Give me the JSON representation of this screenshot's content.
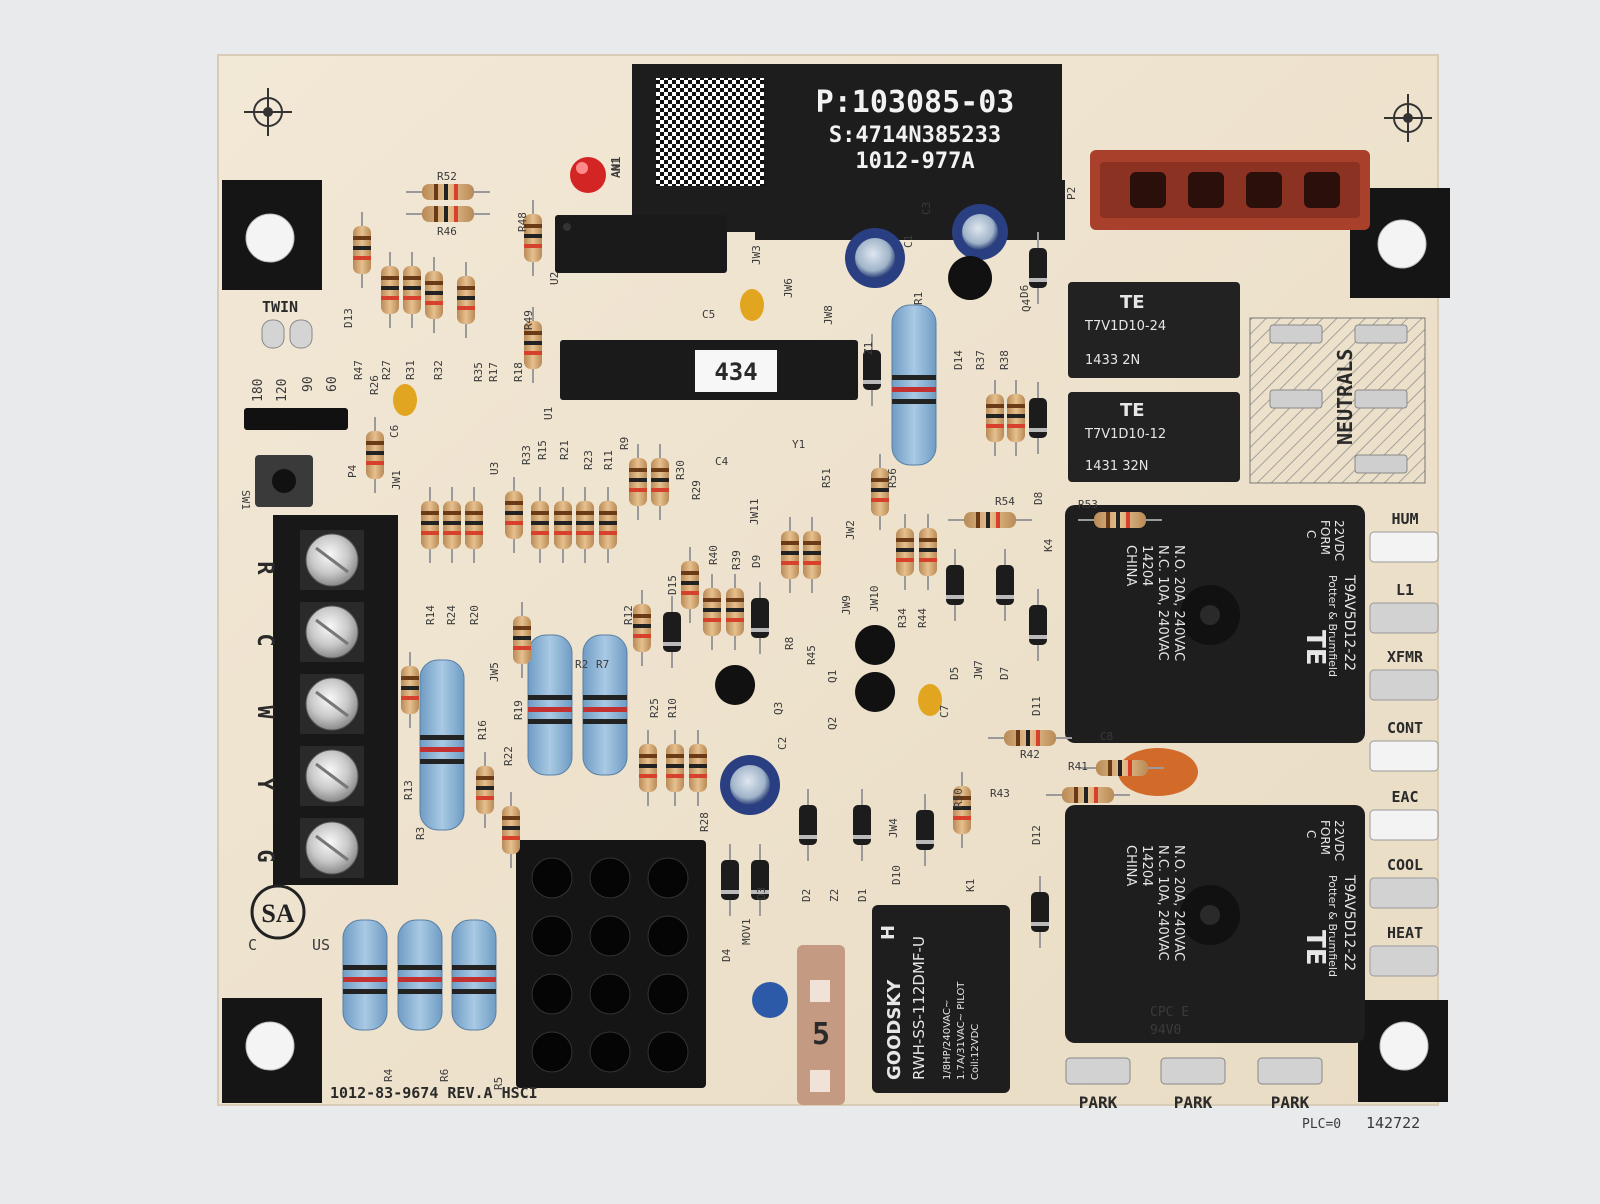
{
  "board": {
    "part_label": "P:103085-03",
    "serial_label": "S:4714N385233",
    "model_label": "1012-977A",
    "footer_label": "1012-83-9674  REV.A  HSCI",
    "plc_label": "PLC=0",
    "lot_label": "142722",
    "chip_sticker": "434",
    "twin_label": "TWIN",
    "blower_delays": [
      "180",
      "120",
      "90",
      "60"
    ],
    "neutrals_label": "NEUTRALS",
    "cpc_label": "CPC E",
    "cpc_rating": "94V0",
    "csa_marks": [
      "C",
      "US"
    ]
  },
  "terminals": [
    "R",
    "C",
    "W",
    "Y",
    "G"
  ],
  "right_terminals": [
    "HUM",
    "L1",
    "XFMR",
    "CONT",
    "EAC",
    "COOL",
    "HEAT"
  ],
  "park_terminals": [
    "PARK",
    "PARK",
    "PARK"
  ],
  "relays": {
    "big": {
      "brand": "TE",
      "line1": "22VDC",
      "line2": "FORM",
      "line3": "C",
      "model": "T9AV5D12-22",
      "maker": "Potter & Brumfield",
      "rating1": "N.O. 20A, 240VAC",
      "rating2": "N.C. 10A, 240VAC",
      "date": "14204",
      "origin": "CHINA"
    },
    "small_top": {
      "brand": "TE",
      "model": "T7V1D10-24",
      "code": "1433 2N"
    },
    "small_bottom": {
      "brand": "TE",
      "model": "T7V1D10-12",
      "code": "1431 32N"
    },
    "goodsky": {
      "brand": "GOODSKY",
      "model": "RWH-SS-112DMF-U",
      "mark": "H",
      "spec1": "1/8HP/240VAC~",
      "spec2": "1.7A/31VAC~ PILOT",
      "spec3": "Coil:12VDC"
    }
  },
  "fuse_value": "5",
  "component_refs": [
    "R52",
    "R46",
    "R48",
    "U2",
    "AN1",
    "JW3",
    "JW6",
    "JW8",
    "C5",
    "C1",
    "C3",
    "R1",
    "D6",
    "Q4",
    "P2",
    "D13",
    "R47",
    "R27",
    "R31",
    "R32",
    "R35",
    "R17",
    "R18",
    "R49",
    "U1",
    "Z1",
    "D14",
    "R37",
    "R38",
    "R26",
    "C6",
    "P4",
    "SW1",
    "JW1",
    "R14",
    "R24",
    "R20",
    "U3",
    "R33",
    "R15",
    "R21",
    "R23",
    "R11",
    "R9",
    "R30",
    "R29",
    "C4",
    "Y1",
    "R51",
    "R56",
    "R54",
    "R53",
    "K4",
    "D8",
    "JW11",
    "JW2",
    "R40",
    "R39",
    "D9",
    "D15",
    "R12",
    "R8",
    "R45",
    "JW10",
    "JW9",
    "R34",
    "R44",
    "D5",
    "JW7",
    "D7",
    "D11",
    "JW5",
    "R19",
    "R2",
    "R7",
    "R10",
    "R25",
    "R22",
    "R16",
    "R13",
    "R3",
    "Q1",
    "Q2",
    "Q3",
    "C2",
    "C7",
    "R42",
    "R41",
    "C8",
    "R43",
    "R28",
    "D12",
    "D2",
    "Z2",
    "D1",
    "D10",
    "JW4",
    "R50",
    "K1",
    "D4",
    "MOV1",
    "D3",
    "R4",
    "R6",
    "R5"
  ]
}
